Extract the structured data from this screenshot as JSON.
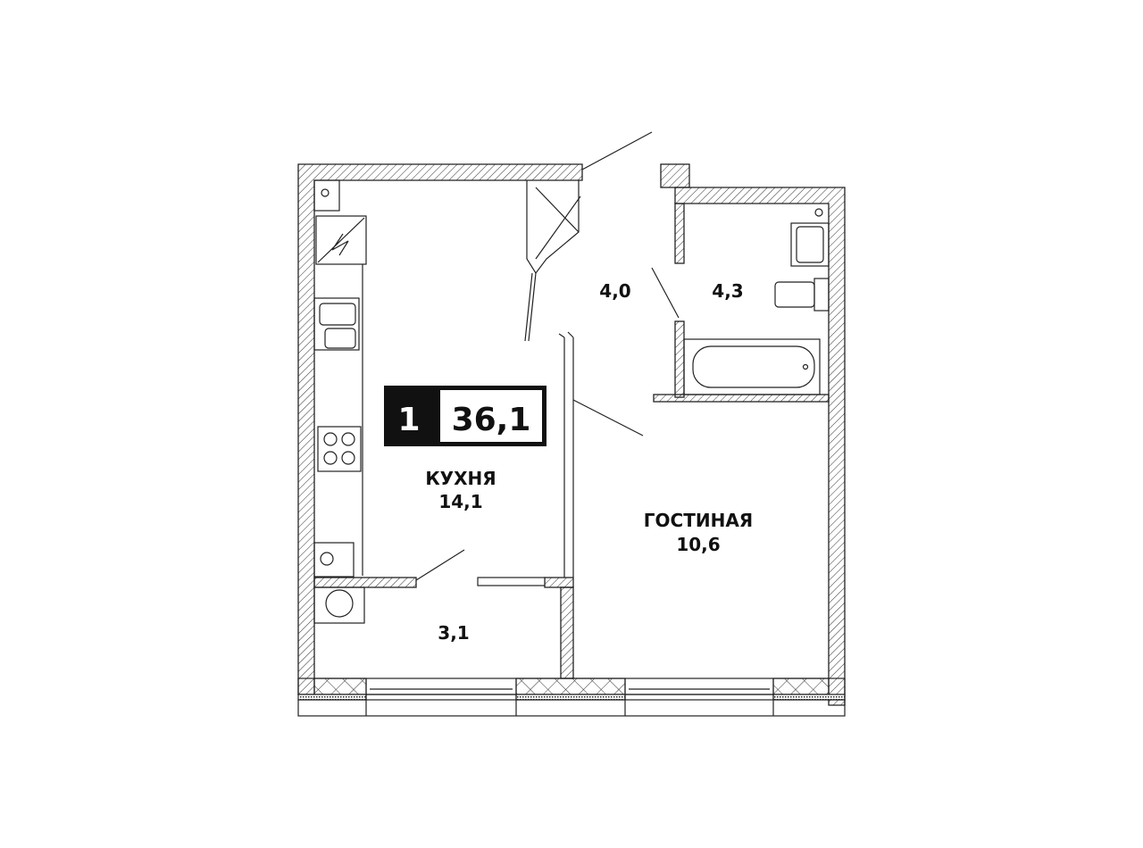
{
  "plan": {
    "rooms_count": "1",
    "total_area": "36,1",
    "rooms": [
      {
        "name": "КУХНЯ",
        "area": "14,1"
      },
      {
        "name": "ГОСТИНАЯ",
        "area": "10,6"
      },
      {
        "name": "",
        "area": "4,0"
      },
      {
        "name": "",
        "area": "4,3"
      },
      {
        "name": "",
        "area": "3,1"
      }
    ]
  },
  "colors": {
    "line": "#222222",
    "badge": "#111111"
  }
}
